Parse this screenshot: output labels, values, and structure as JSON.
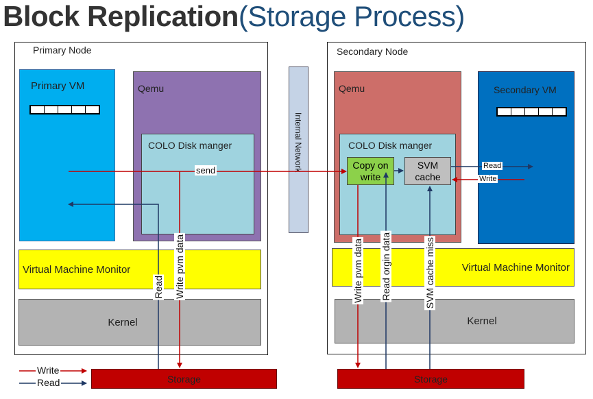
{
  "title": {
    "main": "Block Replication",
    "paren": "(Storage Process)"
  },
  "primary": {
    "node_label": "Primary Node",
    "vm_label": "Primary VM",
    "qemu_label": "Qemu",
    "disk_manager_label": "COLO Disk manger",
    "vmm_label": "Virtual Machine Monitor",
    "kernel_label": "Kernel",
    "storage_label": "Storage"
  },
  "network": {
    "label": "Internal Network"
  },
  "secondary": {
    "node_label": "Secondary Node",
    "vm_label": "Secondary VM",
    "qemu_label": "Qemu",
    "disk_manager_label": "COLO Disk manger",
    "copy_on_write_label": "Copy on write",
    "svm_cache_label": "SVM cache",
    "vmm_label": "Virtual Machine Monitor",
    "kernel_label": "Kernel",
    "storage_label": "Storage"
  },
  "flow_labels": {
    "send": "send",
    "write_pvm_data_primary": "Write pvm data",
    "read_primary": "Read",
    "write_pvm_data_secondary": "Write pvm data",
    "read_origin_data": "Read orgin data",
    "svm_cache_miss": "SVM cache miss",
    "svm_read": "Read",
    "svm_write": "Write"
  },
  "legend": {
    "write": "Write",
    "read": "Read"
  },
  "colors": {
    "write_arrow": "#c00000",
    "read_arrow": "#1f3864",
    "primary_vm": "#00aeef",
    "secondary_vm": "#0070c0",
    "primary_qemu": "#8e72b0",
    "secondary_qemu": "#cd6e69",
    "disk_manager": "#9fd3df",
    "copy_on_write": "#8cd14a",
    "svm_cache": "#bfbfbf",
    "vmm": "#ffff00",
    "kernel": "#b3b3b3",
    "storage": "#c00000",
    "network": "#c5d3e6"
  }
}
